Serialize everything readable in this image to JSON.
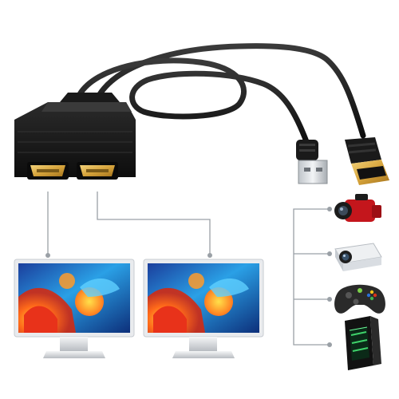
{
  "product": {
    "kind": "hdmi-splitter-cable",
    "splitter_ports": [
      "hdmi-port",
      "hdmi-port"
    ],
    "plugs": [
      "usb-a-plug",
      "hdmi-plug"
    ]
  },
  "outputs": {
    "monitors": [
      "monitor",
      "monitor"
    ]
  },
  "sources": {
    "devices": [
      "camcorder-icon",
      "projector-icon",
      "gamepad-icon",
      "desktop-pc-icon"
    ]
  },
  "colors": {
    "cable": "#151515",
    "connector_gold": "#d6a43c",
    "connector_line": "#9aa0a6",
    "usb_metal": "#cfd3d7",
    "monitor_bezel": "#e9ebee",
    "camcorder_red": "#c4161c",
    "projector_body": "#d9dde2",
    "pc_green": "#3fd26a"
  }
}
